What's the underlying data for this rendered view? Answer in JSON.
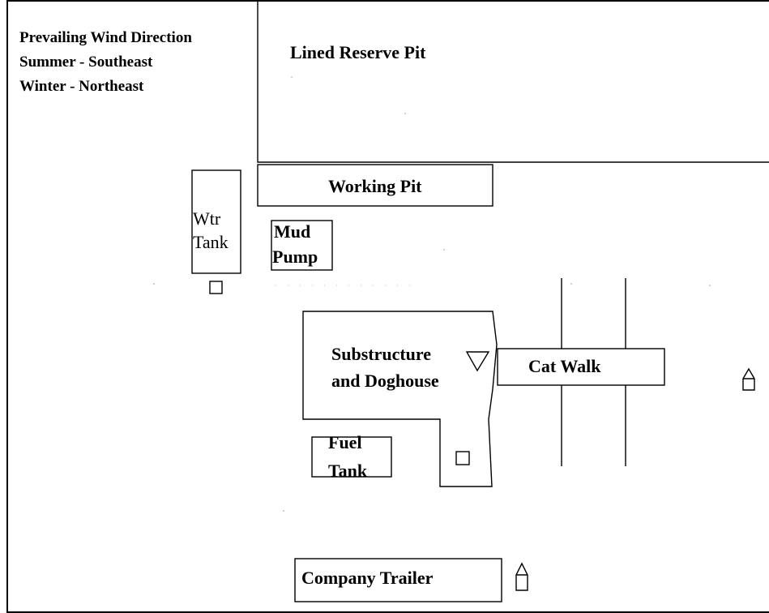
{
  "wind_note": {
    "line1": "Prevailing Wind Direction",
    "line2": "Summer - Southeast",
    "line3": "Winter - Northeast"
  },
  "reserve_pit": {
    "label": "Lined Reserve Pit"
  },
  "working_pit": {
    "label": "Working Pit"
  },
  "water_tank": {
    "line1": "Wtr",
    "line2": "Tank"
  },
  "mud_pump": {
    "line1": "Mud",
    "line2": "Pump"
  },
  "substructure": {
    "line1": "Substructure",
    "line2": "and Doghouse"
  },
  "cat_walk": {
    "label": "Cat Walk"
  },
  "fuel_tank": {
    "line1": "Fuel",
    "line2": "Tank"
  },
  "company_trailer": {
    "label": "Company Trailer"
  },
  "colors": {
    "stroke": "#000000",
    "background": "#ffffff"
  },
  "symbols": [
    "triangle-down-icon",
    "square-marker-icon",
    "house-marker-icon"
  ]
}
